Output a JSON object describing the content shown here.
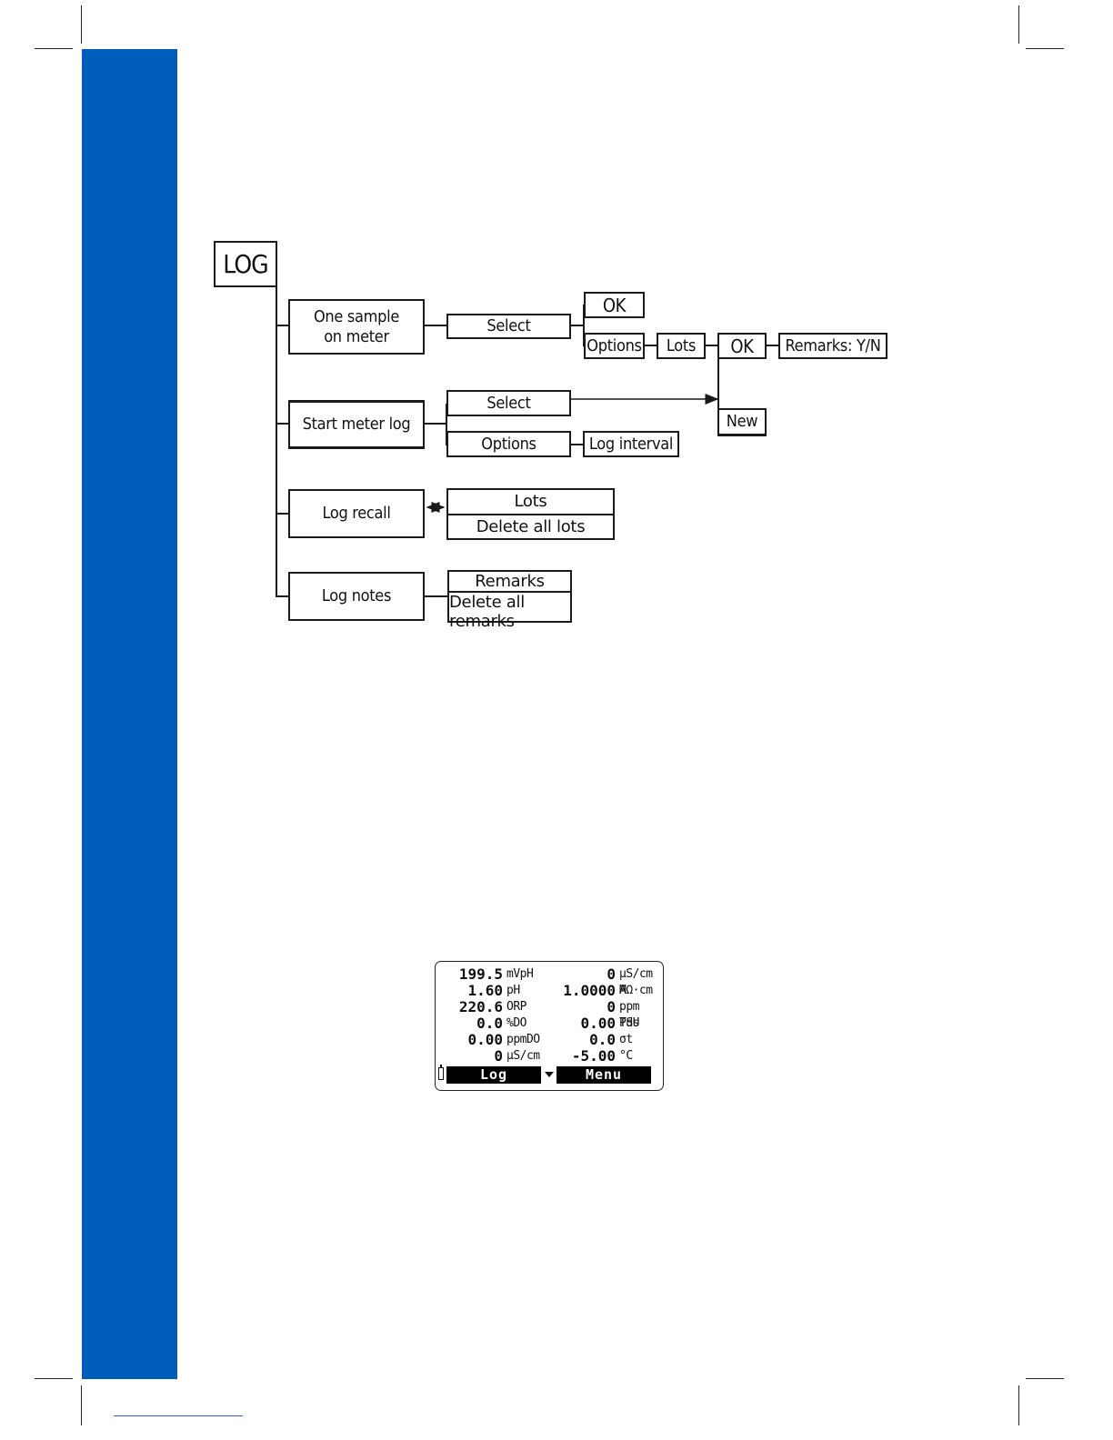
{
  "colors": {
    "band": "#005cb9",
    "underline": "#2a5bd7"
  },
  "diagram": {
    "root": "LOG",
    "one_sample": "One sample on meter",
    "select": "Select",
    "ok": "OK",
    "options": "Options",
    "lots": "Lots",
    "ok2": "OK",
    "remarks_yn": "Remarks: Y/N",
    "start_meter_log": "Start meter log",
    "select2": "Select",
    "new": "New",
    "options2": "Options",
    "log_interval": "Log interval",
    "log_recall": "Log recall",
    "recall_lots": "Lots",
    "delete_all_lots": "Delete all lots",
    "log_notes": "Log notes",
    "remarks": "Remarks",
    "delete_all_remarks": "Delete all remarks"
  },
  "lcd": {
    "rows": [
      {
        "lv": "199.5",
        "lu": "mVpH",
        "rv": "0",
        "ru": "µS/cm A"
      },
      {
        "lv": "1.60",
        "lu": "pH",
        "rv": "1.0000",
        "ru": "MΩ·cm"
      },
      {
        "lv": "220.6",
        "lu": "ORP",
        "rv": "0",
        "ru": "ppm Tds"
      },
      {
        "lv": "0.0",
        "lu": "%DO",
        "rv": "0.00",
        "ru": "PSU"
      },
      {
        "lv": "0.00",
        "lu": "ppmDO",
        "rv": "0.0",
        "ru": "σt"
      },
      {
        "lv": "0",
        "lu": "µS/cm",
        "rv": "-5.00",
        "ru": "°C"
      }
    ],
    "softkey_left": "Log",
    "softkey_right": "Menu"
  }
}
